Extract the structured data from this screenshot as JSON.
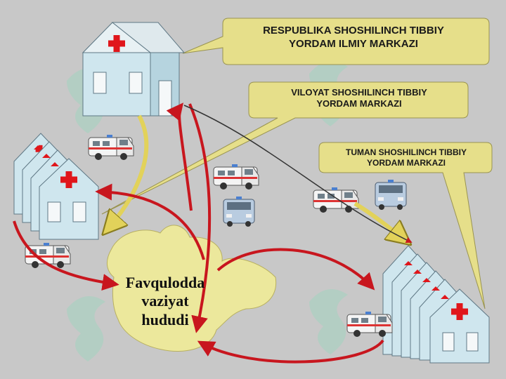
{
  "callouts": {
    "republic": {
      "line1": "RESPUBLIKA SHOSHILINCH TIBBIY",
      "line2": "YORDAM ILMIY MARKAZI"
    },
    "regional": {
      "line1": "VILOYAT SHOSHILINCH TIBBIY",
      "line2": "YORDAM MARKAZI"
    },
    "district": {
      "line1": "TUMAN SHOSHILINCH TIBBIY",
      "line2": "YORDAM MARKAZI"
    }
  },
  "zone": {
    "line1": "Favqulodda",
    "line2": "vaziyat",
    "line3": "hududi"
  },
  "colors": {
    "background": "#c8c8c8",
    "callout_fill": "#e6df8a",
    "zone_fill": "#ece89c",
    "building_front": "#cfe6ee",
    "building_side": "#b6d4df",
    "roof": "#e8f1f4",
    "red_cross": "#e0161b",
    "arrow_red": "#c8161e",
    "arrow_yellow": "#e2d25a"
  }
}
